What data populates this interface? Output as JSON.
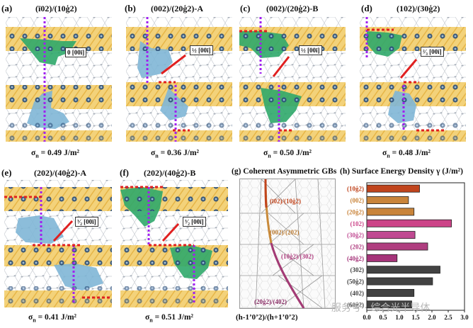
{
  "panels": [
    {
      "id": "a",
      "label": "(a)",
      "title": "(ī02)/(10ģ2)",
      "sigma_value": "0.49 J/m²",
      "box": "0 [00ī]"
    },
    {
      "id": "b",
      "label": "(b)",
      "title": "(002)/(20ģ2)-A",
      "sigma_value": "0.36 J/m²",
      "box": "½ [00ī]"
    },
    {
      "id": "c",
      "label": "(c)",
      "title": "(002)/(20ģ2)-B",
      "sigma_value": "0.50 J/m²",
      "box": "½ [00ī]"
    },
    {
      "id": "d",
      "label": "(d)",
      "title": "(102)/(30ģ2)",
      "sigma_value": "0.48 J/m²",
      "box": "²⁄₃ [00ī]"
    },
    {
      "id": "e",
      "label": "(e)",
      "title": "(202)/(40ģ2)-A",
      "sigma_value": "0.41 J/m²",
      "box": "³⁄₂ [00ī]"
    },
    {
      "id": "f",
      "label": "(f)",
      "title": "(202)/(40ģ2)-B",
      "sigma_value": "0.51 J/m²",
      "box": "³⁄₂ [00ī]"
    }
  ],
  "sigma_symbol": "σ",
  "sigma_sub": "n",
  "panel_g": {
    "label": "(g)",
    "title": "Coherent Asymmetric GBs",
    "xlabel": "(h-1’0’2)/(h+1’0’2)",
    "annotations": [
      "(ī02)/(10ģ2)",
      "(002)/(202)",
      "(10ģ2)/(302)",
      "(20ģ2)/(402)"
    ]
  },
  "chart_data": {
    "type": "bar",
    "title": "(h) Surface Energy Density γ (J/m²)",
    "categories": [
      "(10ģ2)",
      "(002)",
      "(20ģ2)",
      "(102)",
      "(30ģ2)",
      "(202)",
      "(40ģ2)",
      "(302)",
      "(50ģ2)",
      "(402)",
      "(60ģ2)"
    ],
    "values": [
      1.62,
      1.28,
      1.45,
      2.6,
      1.48,
      1.87,
      0.93,
      2.25,
      2.02,
      1.45,
      1.38
    ],
    "colors": [
      "#c0441c",
      "#c9843a",
      "#c9843a",
      "#cc4488",
      "#c04a92",
      "#b03e80",
      "#a6347a",
      "#424242",
      "#424242",
      "#424242",
      "#424242"
    ],
    "xlim": [
      0,
      3.0
    ],
    "xticks": [
      "0.0",
      "0.5",
      "1.0",
      "1.5",
      "2.0",
      "2.5",
      "3.0"
    ]
  },
  "watermark": "服务号 · 综合光半导体"
}
